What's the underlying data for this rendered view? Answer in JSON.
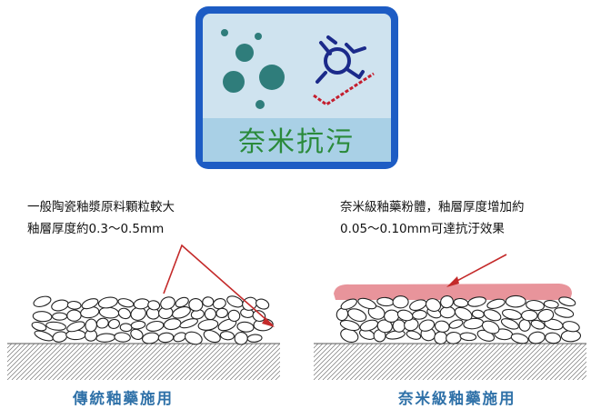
{
  "logo": {
    "title": "奈米抗污",
    "colors": {
      "frame": "#1d5cc4",
      "panel": "#cfe3ef",
      "band": "#a9d0e6",
      "text": "#2a8a3a",
      "bubble": "#2f7d7b",
      "check": "#c41e2e",
      "figure": "#1b2a8a"
    }
  },
  "left": {
    "lines": [
      "一般陶瓷釉漿原料顆粒較大",
      "釉層厚度約0.3～0.5mm"
    ],
    "caption": "傳統釉藥施用"
  },
  "right": {
    "lines": [
      "奈米級釉藥粉體，釉層厚度增加約",
      "0.05～0.10mm可達抗汙效果"
    ],
    "caption": "奈米級釉藥施用"
  },
  "colors": {
    "caption": "#2f71a8",
    "arrow": "#c42a2a",
    "nano_layer": "#e0707a"
  }
}
